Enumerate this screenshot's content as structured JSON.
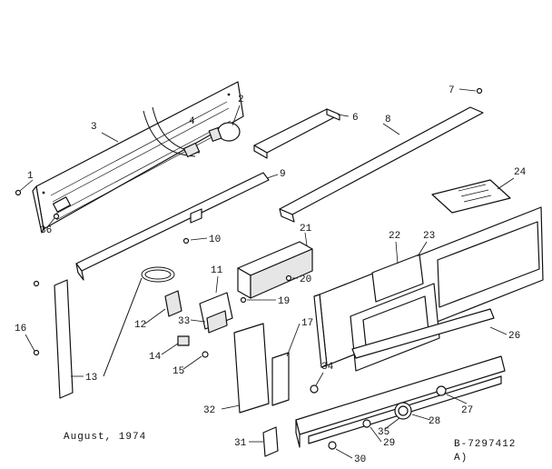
{
  "callouts": [
    "1",
    "2",
    "3",
    "4",
    "6",
    "7",
    "8",
    "9",
    "10",
    "11",
    "12",
    "13",
    "14",
    "15",
    "16",
    "17",
    "19",
    "20",
    "21",
    "22",
    "23",
    "24",
    "26",
    "27",
    "28",
    "29",
    "30",
    "31",
    "32",
    "33",
    "34",
    "35",
    "36"
  ],
  "footer": {
    "date": "August, 1974",
    "code_line1": "B-7297412",
    "code_line2": "A)"
  }
}
